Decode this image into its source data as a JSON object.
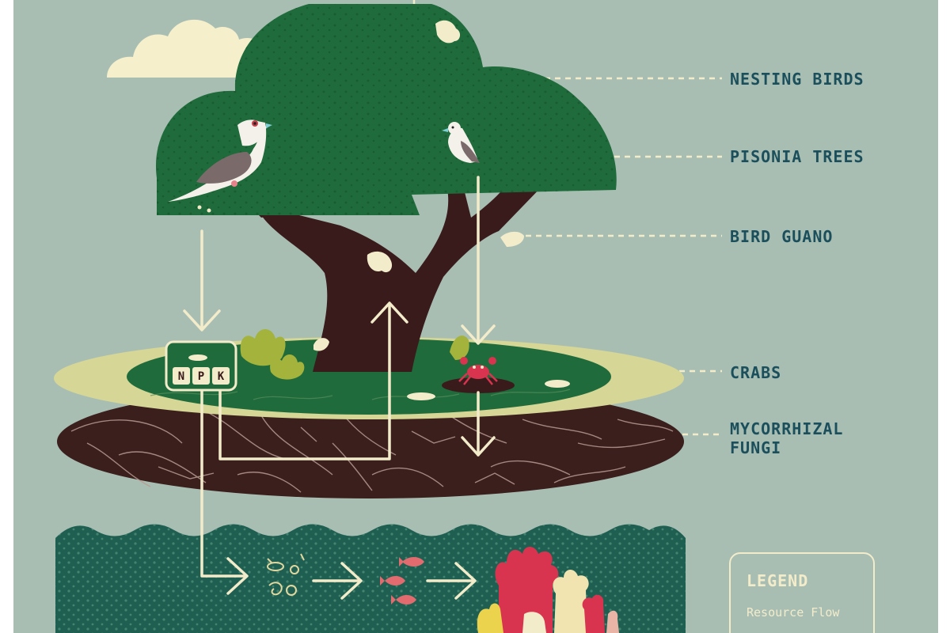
{
  "labels": {
    "nesting_birds": "NESTING BIRDS",
    "pisonia_trees": "PISONIA TREES",
    "bird_guano": "BIRD GUANO",
    "crabs": "CRABS",
    "mycorrhizal_fungi_line1": "MYCORRHIZAL",
    "mycorrhizal_fungi_line2": "FUNGI"
  },
  "npk": {
    "n": "N",
    "p": "P",
    "k": "K"
  },
  "legend": {
    "title": "LEGEND",
    "resource_flow": "Resource Flow"
  },
  "colors": {
    "background": "#a9beb3",
    "canopy": "#1f6b3b",
    "trunk": "#3a1b1c",
    "soil": "#3a1f1c",
    "ocean": "#1f5f52",
    "cream": "#f3eccb",
    "label_text": "#1b4f5c",
    "coral_red": "#d8344f",
    "fish": "#e16b6f"
  }
}
